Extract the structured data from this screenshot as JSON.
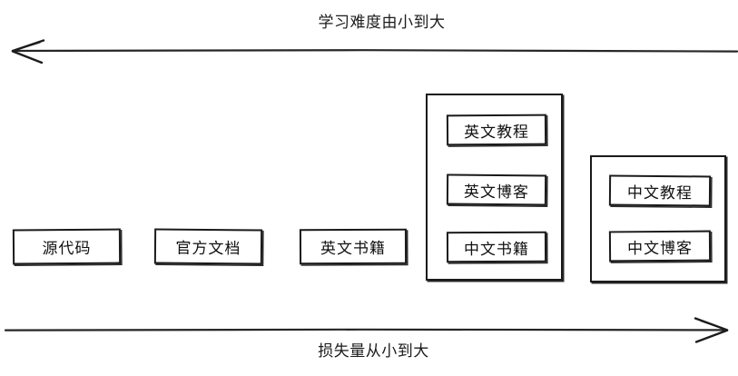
{
  "diagram": {
    "type": "hand-drawn-axis-diagram",
    "top_axis": {
      "label": "学习难度由小到大",
      "direction": "left",
      "arrow_icon": "arrow-left-icon"
    },
    "bottom_axis": {
      "label": "损失量从小到大",
      "direction": "right",
      "arrow_icon": "arrow-right-icon"
    },
    "standalone_nodes": [
      {
        "label": "源代码"
      },
      {
        "label": "官方文档"
      },
      {
        "label": "英文书籍"
      }
    ],
    "groups": [
      {
        "name": "group-english",
        "items": [
          {
            "label": "英文教程"
          },
          {
            "label": "英文博客"
          },
          {
            "label": "中文书籍"
          }
        ]
      },
      {
        "name": "group-chinese",
        "items": [
          {
            "label": "中文教程"
          },
          {
            "label": "中文博客"
          }
        ]
      }
    ],
    "colors": {
      "stroke": "#1a1a1a",
      "background": "#ffffff",
      "text": "#111111"
    }
  }
}
